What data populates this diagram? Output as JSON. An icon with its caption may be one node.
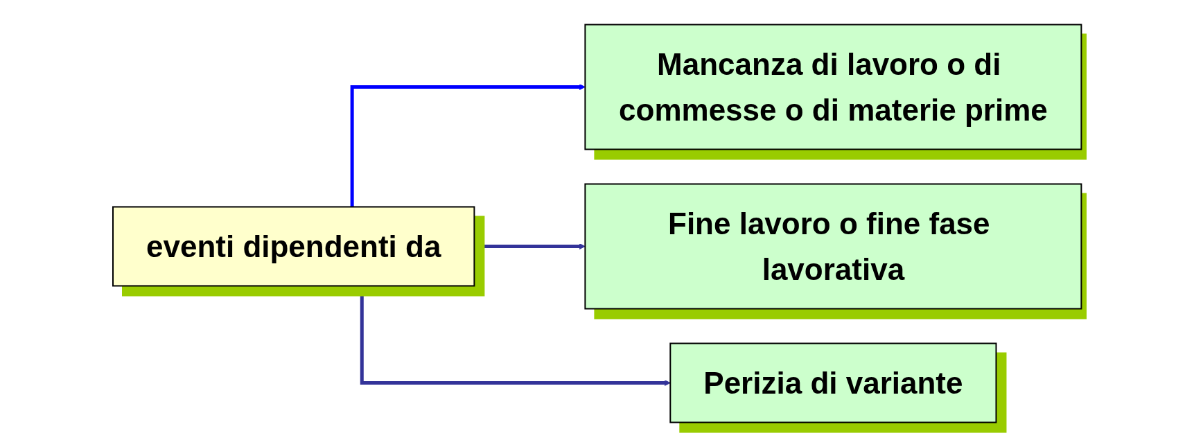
{
  "diagram": {
    "nodes": [
      {
        "text": [
          "eventi dipendenti da"
        ]
      },
      {
        "text": [
          "Mancanza di lavoro o di commesse o di materie prime"
        ]
      },
      {
        "text": [
          "Fine lavoro o fine fase lavorativa"
        ]
      },
      {
        "text": [
          "Perizia di variante"
        ]
      }
    ],
    "edges": [
      {
        "from": 0,
        "to": 1,
        "arrow": "to",
        "color": "#0000ff"
      },
      {
        "from": 0,
        "to": 2,
        "arrow": "to"
      },
      {
        "from": 0,
        "to": 3,
        "arrow": "to"
      }
    ]
  }
}
